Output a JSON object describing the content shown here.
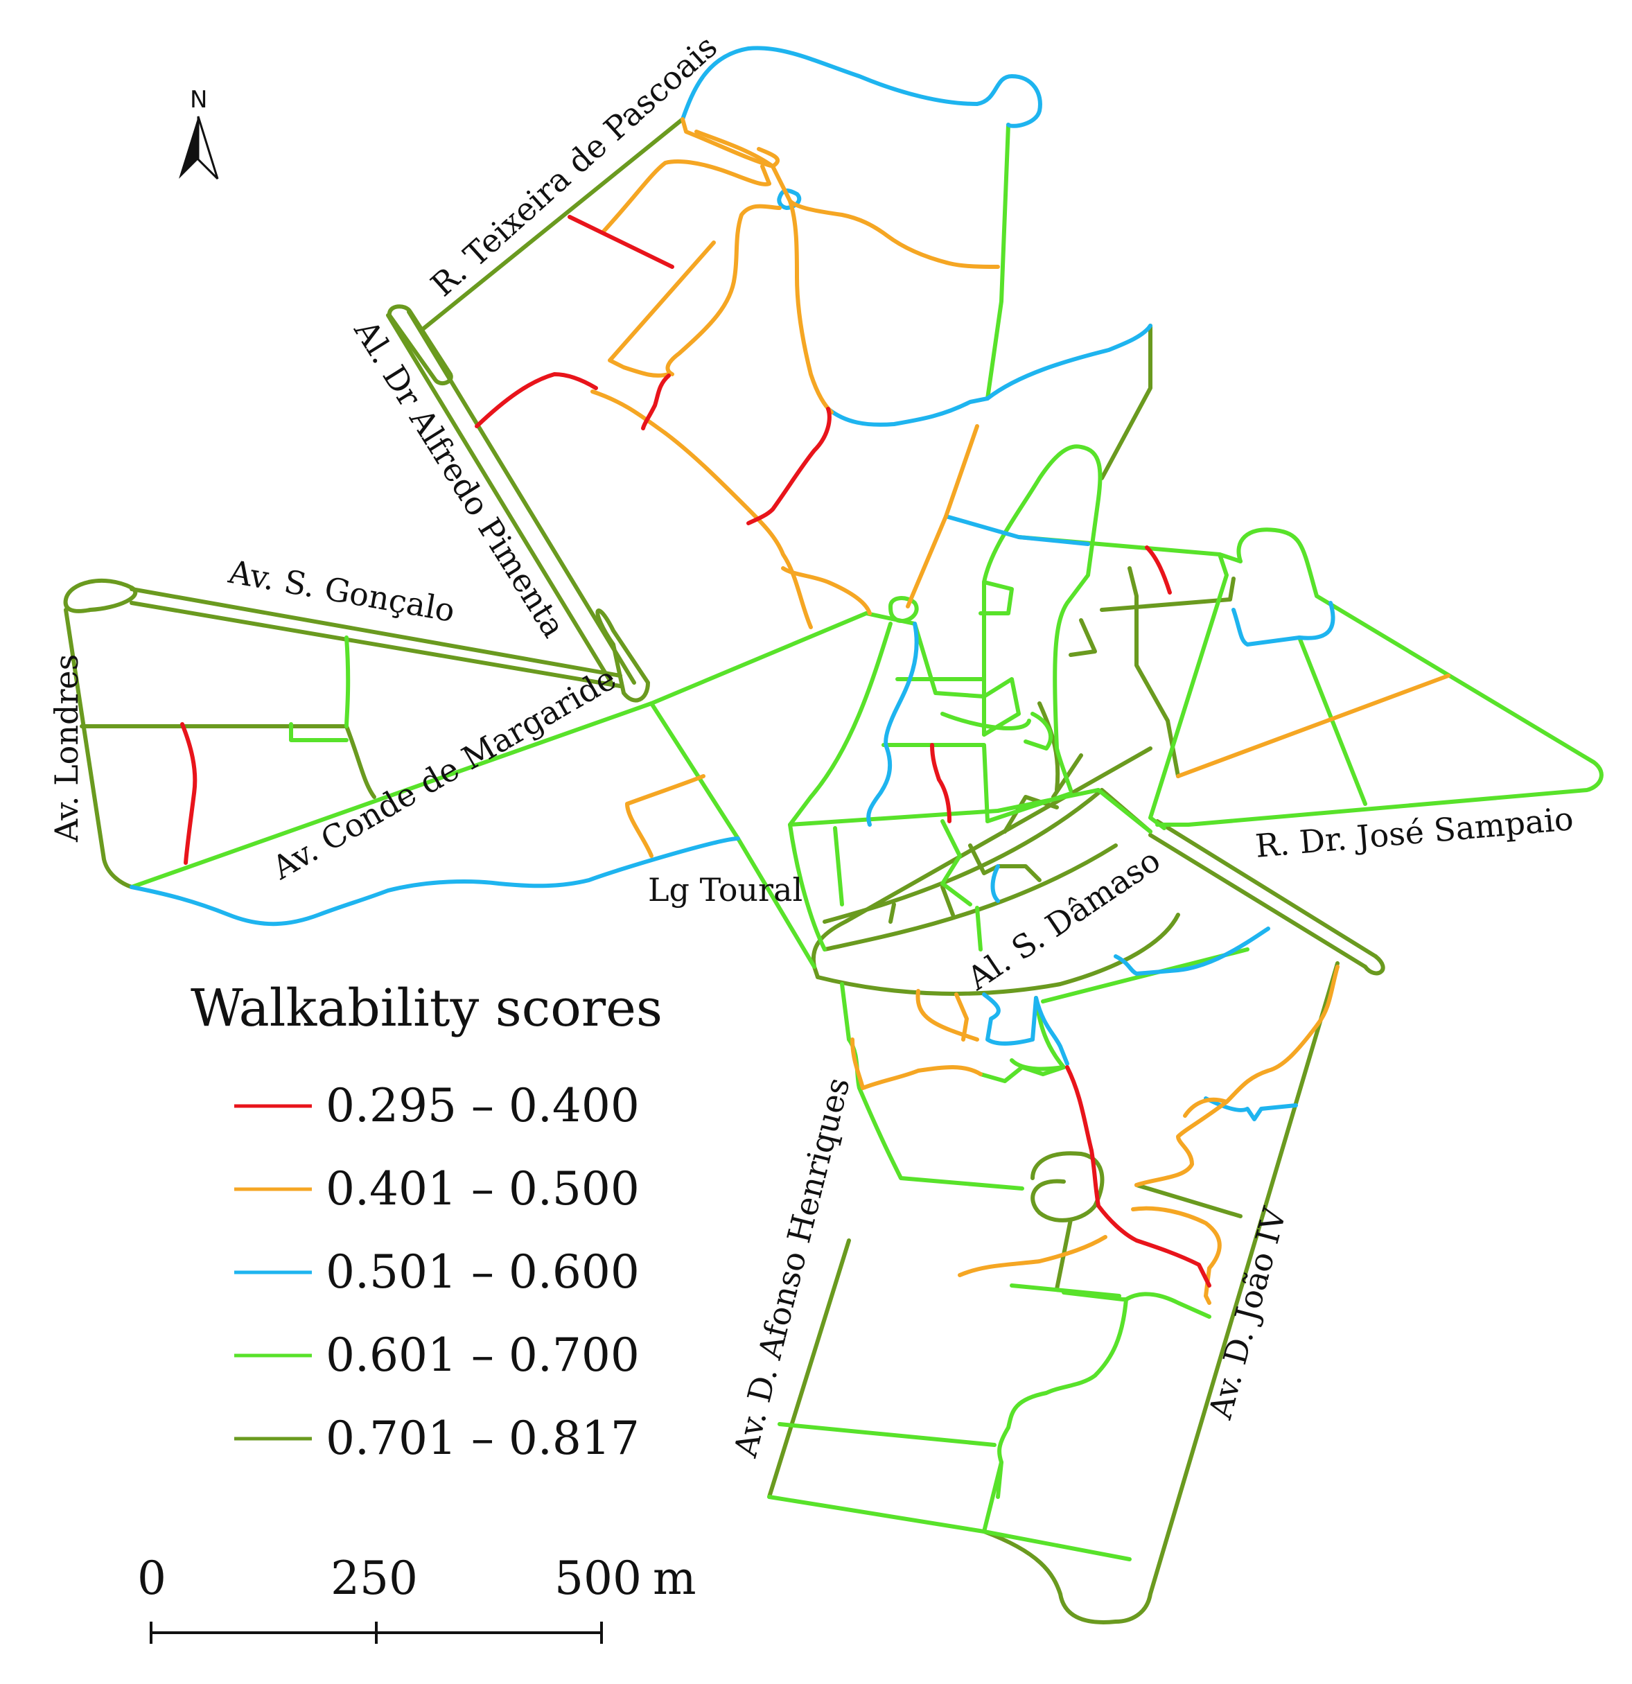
{
  "north_label": "N",
  "street_labels": {
    "r_teixeira": "R. Teixeira de Pascoais",
    "al_dr_alfredo": "Al. Dr Alfredo Pimenta",
    "av_s_goncalo": "Av. S. Gonçalo",
    "av_londres": "Av. Londres",
    "av_conde": "Av. Conde de Margaride",
    "lg_toural": "Lg Toural",
    "r_dr_jose": "R. Dr. José Sampaio",
    "al_s_damaso": "Al. S. Dâmaso",
    "av_d_afonso": "Av. D. Afonso Henriques",
    "av_d_joao": "Av. D. João IV"
  },
  "legend": {
    "title": "Walkability scores",
    "classes": [
      {
        "label": "0.295 – 0.400",
        "color": "#e8141b"
      },
      {
        "label": "0.401 – 0.500",
        "color": "#f5a623"
      },
      {
        "label": "0.501 – 0.600",
        "color": "#1eb4ef"
      },
      {
        "label": "0.601 – 0.700",
        "color": "#58e22a"
      },
      {
        "label": "0.701 – 0.817",
        "color": "#6a9a1f"
      }
    ]
  },
  "scale_bar": {
    "ticks": [
      "0",
      "250",
      "500"
    ],
    "unit": "m"
  }
}
